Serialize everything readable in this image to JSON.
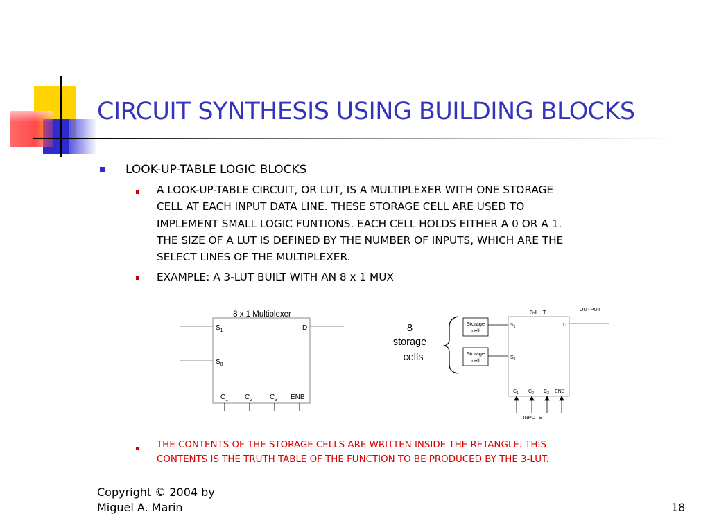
{
  "slide": {
    "title": "CIRCUIT SYNTHESIS USING BUILDING BLOCKS",
    "bullet1": "LOOK-UP-TABLE LOGIC BLOCKS",
    "sub1_lines": [
      "A LOOK-UP-TABLE CIRCUIT, OR LUT, IS A MULTIPLEXER WITH ONE STORAGE",
      "CELL AT EACH INPUT DATA LINE. THESE STORAGE CELL ARE USED TO",
      "IMPLEMENT SMALL LOGIC FUNTIONS. EACH CELL HOLDS EITHER A  0  OR  A  1.",
      "THE SIZE OF A LUT IS DEFINED BY THE NUMBER OF INPUTS, WHICH ARE THE",
      "SELECT LINES OF THE MULTIPLEXER."
    ],
    "sub2": "EXAMPLE: A 3-LUT BUILT WITH AN 8 x 1 MUX",
    "sub3_lines": [
      "THE CONTENTS OF THE STORAGE CELLS ARE WRITTEN INSIDE THE RETANGLE. THIS",
      "CONTENTS IS THE TRUTH TABLE OF THE FUNCTION TO BE PRODUCED BY THE 3-LUT."
    ],
    "footer_lines": [
      "Copyright © 2004 by",
      "Miguel A. Marin"
    ],
    "page_number": "18"
  },
  "mux": {
    "title": "8 x 1 Multiplexer",
    "s_letter": "S",
    "s_top_sub": "1",
    "s_bottom_sub": "8",
    "d_label": "D",
    "c_letter": "C",
    "c_subs": [
      "1",
      "2",
      "3"
    ],
    "enb": "ENB"
  },
  "lut": {
    "storage_count_lines": [
      "8",
      "storage",
      "cells"
    ],
    "storage_cell_lines": [
      "Storage",
      "cell"
    ],
    "title": "3-LUT",
    "output": "OUTPUT",
    "s_letter": "S",
    "s_top_sub": "1",
    "s_bottom_sub": "8",
    "d_label": "D",
    "c_letter": "C",
    "c_subs": [
      "1",
      "2",
      "3"
    ],
    "enb": "ENB",
    "inputs": "INPUTS"
  }
}
